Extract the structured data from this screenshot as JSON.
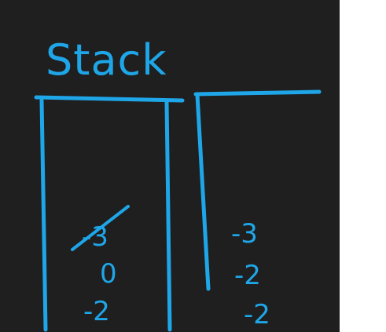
{
  "colors": {
    "board": "#1f1f1f",
    "ink": "#1fa6e8",
    "page": "#ffffff"
  },
  "title": "Stack",
  "left_stack": {
    "values": [
      "-3",
      "0",
      "-2"
    ],
    "crossed_out": "-3"
  },
  "right_stack": {
    "values": [
      "-3",
      "-2",
      "-2"
    ]
  }
}
